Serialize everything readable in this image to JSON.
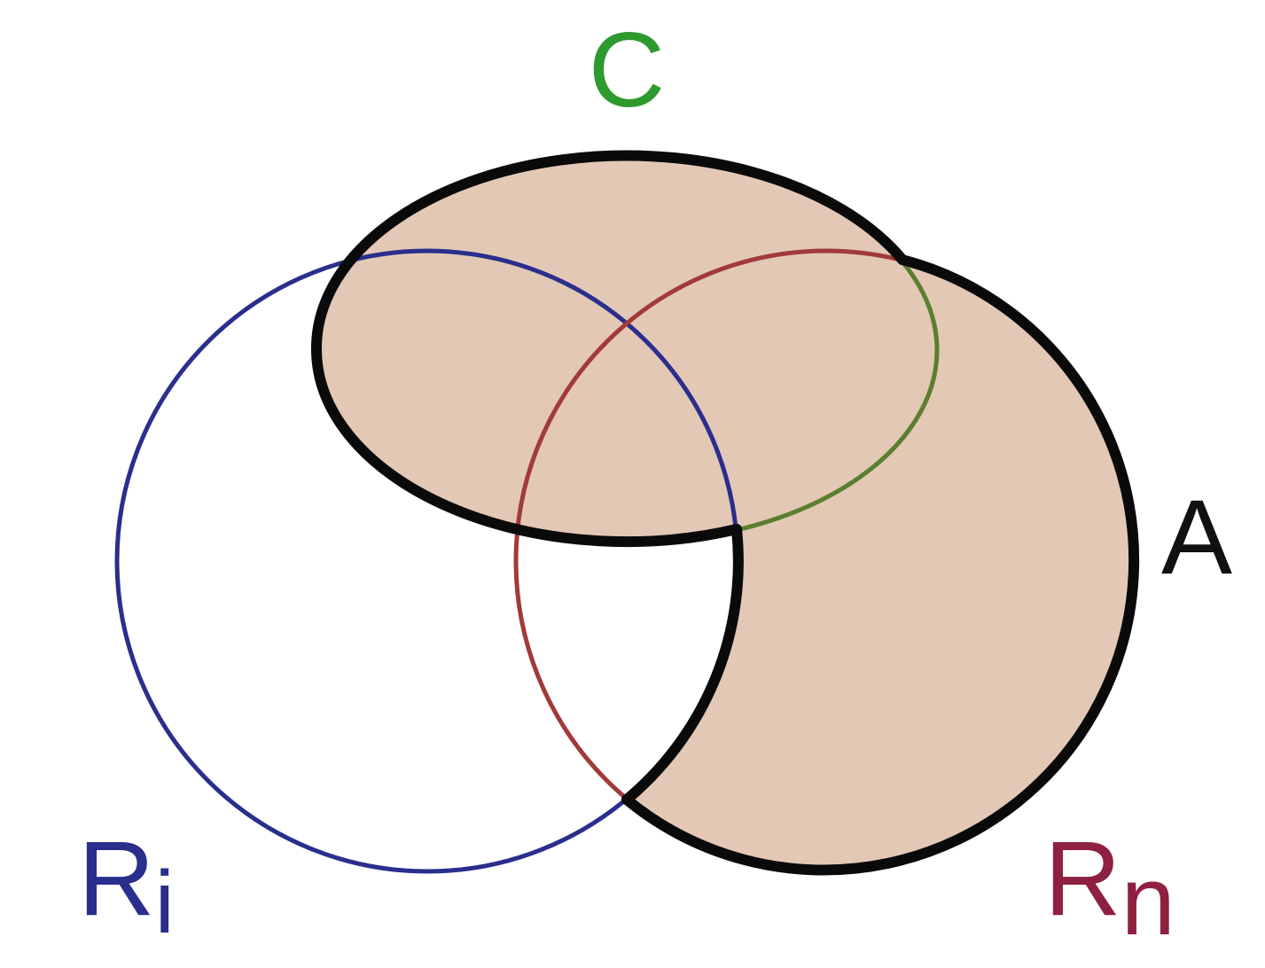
{
  "diagram": {
    "sets": {
      "c": {
        "label": "C",
        "color": "#2e9a2e"
      },
      "ri": {
        "label": "R",
        "subscript": "i",
        "color": "#2a2e8c"
      },
      "rn": {
        "label": "R",
        "subscript": "n",
        "color": "#8e2040"
      },
      "a": {
        "label": "A",
        "color": "#111111"
      }
    },
    "region_fill": "#e3c8b6",
    "region_outline": "#0a0a0a"
  }
}
